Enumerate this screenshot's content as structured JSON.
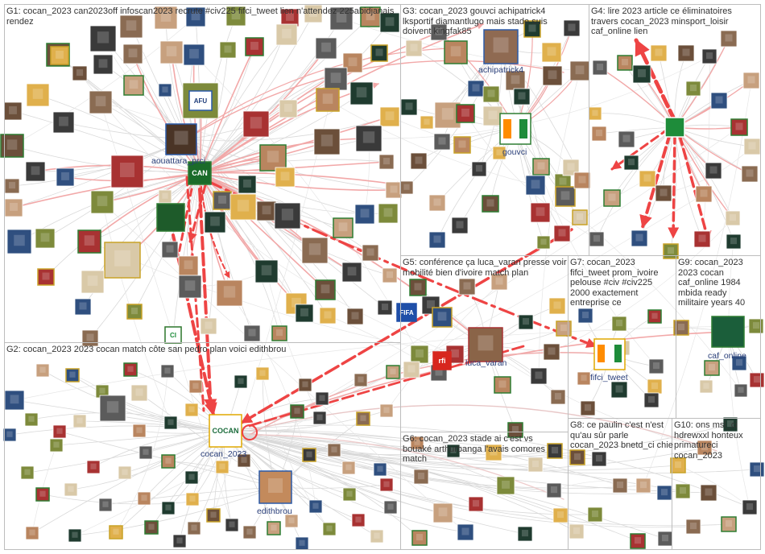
{
  "groups": [
    {
      "id": "G1",
      "label": "G1: cocan_2023 can2023off infoscan2023 recrute #civ225 fifci_tweet lien n'attendez 225abidjanais rendez"
    },
    {
      "id": "G2",
      "label": "G2: cocan_2023 2023 cocan match côte san pedro plan voici edithbrou"
    },
    {
      "id": "G3",
      "label": "G3: cocan_2023 gouvci achipatrick4 lksportif diamantlugo mais stade suis doivent kingfak85"
    },
    {
      "id": "G4",
      "label": "G4: lire 2023 article ce éliminatoires travers cocan_2023 minsport_loisir caf_online lien"
    },
    {
      "id": "G5",
      "label": "G5: conférence ça luca_varan presse voir mobilité bien d'ivoire match plan"
    },
    {
      "id": "G6",
      "label": "G6: cocan_2023 stade ai c'est vs bouaké arthurbanga l'avais comores match"
    },
    {
      "id": "G7",
      "label": "G7: cocan_2023 fifci_tweet prom_ivoire pelouse #civ #civ225 2000 exactement entreprise ce"
    },
    {
      "id": "G8",
      "label": "G8: ce paulin c'est n'est qu'au sûr parle cocan_2023 bnetd_ci chie"
    },
    {
      "id": "G9",
      "label": "G9: cocan_2023 2023 cocan caf_online 1984 mbida ready militaire years 40"
    },
    {
      "id": "G10",
      "label": "G10: ons msl_ci hdrewxxl honteux primatureci cocan_2023"
    }
  ],
  "node_labels": {
    "aouattara_prci": "aouattara_prci",
    "cocan_2023": "cocan_2023",
    "edithbrou": "edithbrou",
    "achipatrick4": "achipatrick4",
    "gouvci": "gouvci",
    "luca_varan": "luca_varan",
    "fifci_tweet": "fifci_tweet",
    "caf_online": "caf_online"
  },
  "logo_text": {
    "cocan": "COCAN",
    "fifa": "FIFA",
    "rfi": "rfi",
    "afu": "AFU",
    "can": "CAN",
    "ci": "CI"
  },
  "colors": {
    "edge_light": "#d9d9d9",
    "edge_pink": "#f2a8a8",
    "edge_red": "#ee4444",
    "node_border_green": "#2e7d32",
    "node_border_blue": "#2b5aa8",
    "label_blue": "#2a3f7a"
  }
}
